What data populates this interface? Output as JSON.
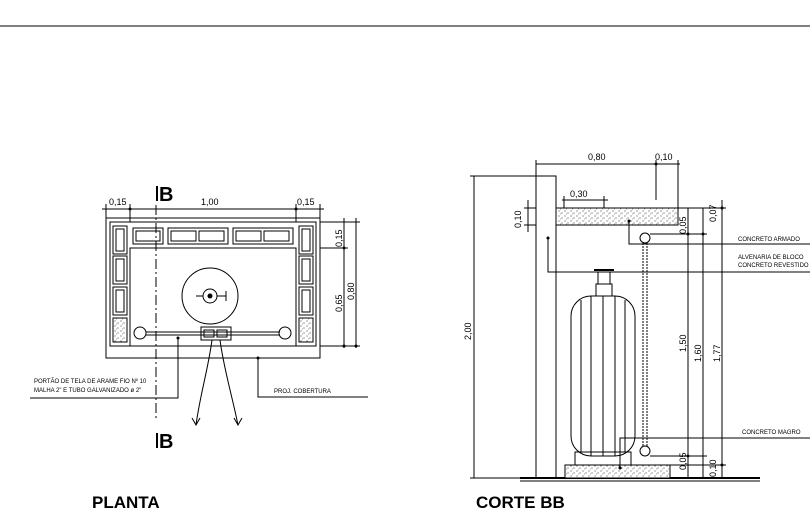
{
  "plan": {
    "title": "PLANTA",
    "section_mark_top": "B",
    "section_mark_bottom": "B",
    "dims": {
      "left_offset": "0,15",
      "width": "1,00",
      "right_offset": "0,15",
      "right_top": "0,15",
      "right_mid": "0,65",
      "right_total": "0,80"
    },
    "note_gate_line1": "PORTÃO DE TELA DE ARAME FIO Nº 10",
    "note_gate_line2": "MALHA 2\" E TUBO GALVANIZADO ø 2\"",
    "note_roof": "PROJ. COBERTURA"
  },
  "section": {
    "title": "CORTE BB",
    "dims": {
      "roof_width": "0,80",
      "roof_overhang": "0,10",
      "inner_width": "0,30",
      "slab_thickness": "0,10",
      "top_gap": "0,05",
      "top_small": "0,07",
      "total_height": "2,00",
      "h1": "1,50",
      "h2": "1,60",
      "h3": "1,77",
      "bottom_gap": "0,05",
      "base": "0,10"
    },
    "labels": {
      "concreto_armado": "CONCRETO ARMADO",
      "alvenaria_line1": "ALVENARIA DE BLOCO",
      "alvenaria_line2": "CONCRETO REVESTIDO",
      "concreto_magro": "CONCRETO MAGRO"
    }
  }
}
